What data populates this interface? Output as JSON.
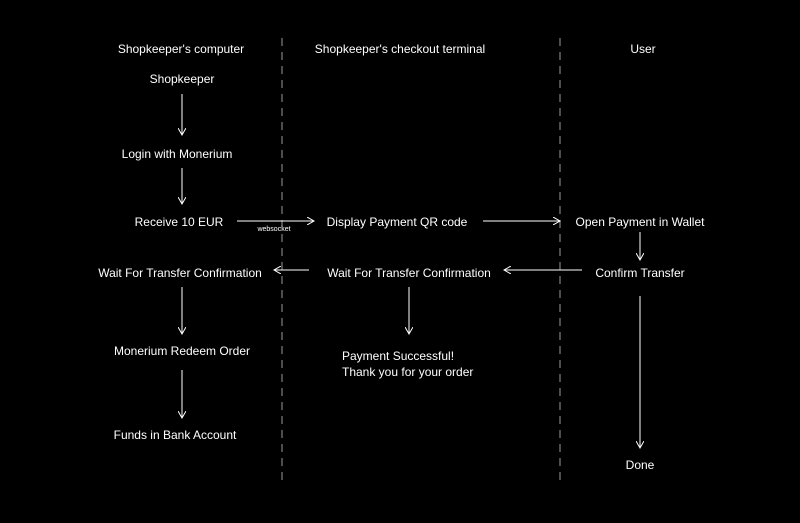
{
  "colors": {
    "background": "#000000",
    "foreground": "#ffffff",
    "divider": "#9a9a9a"
  },
  "lanes": {
    "computer": "Shopkeeper's computer",
    "terminal": "Shopkeeper's checkout terminal",
    "user": "User"
  },
  "computer": {
    "shopkeeper": "Shopkeeper",
    "login": "Login with Monerium",
    "receive": "Receive 10 EUR",
    "wait": "Wait For Transfer Confirmation",
    "redeem": "Monerium Redeem Order",
    "funds": "Funds in Bank Account"
  },
  "connector": {
    "websocket": "websocket"
  },
  "terminal": {
    "display_qr": "Display Payment QR code",
    "wait": "Wait For Transfer Confirmation",
    "success_line1": "Payment Successful!",
    "success_line2": "Thank you for your order"
  },
  "user": {
    "open_payment": "Open Payment in Wallet",
    "confirm": "Confirm Transfer",
    "done": "Done"
  }
}
